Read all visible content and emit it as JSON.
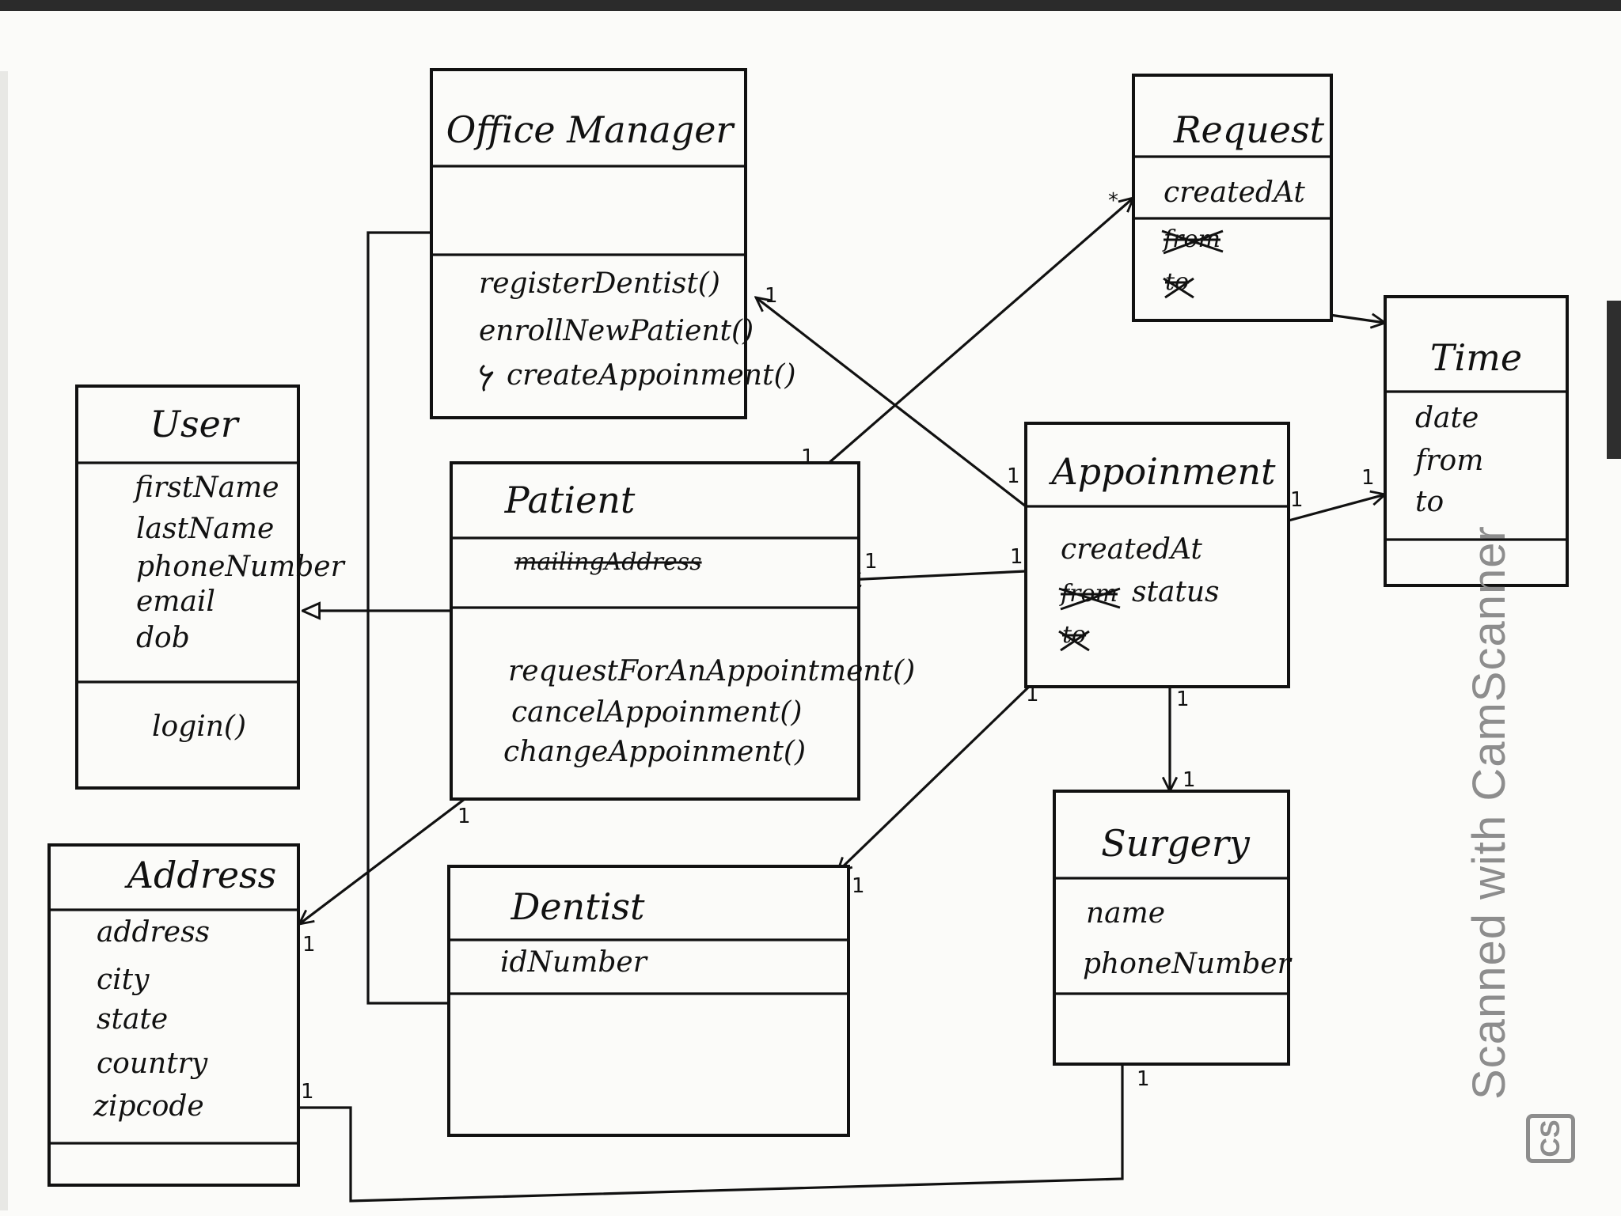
{
  "classes": {
    "office_manager": {
      "name": "Office Manager",
      "attributes": [],
      "methods": [
        "registerDentist()",
        "enrollNewPatient()",
        "createAppoinment()"
      ]
    },
    "request": {
      "name": "Request",
      "attributes": [
        "createdAt",
        "from",
        "to"
      ],
      "methods": []
    },
    "time": {
      "name": "Time",
      "attributes": [
        "date",
        "from",
        "to"
      ],
      "methods": []
    },
    "user": {
      "name": "User",
      "attributes": [
        "firstName",
        "lastName",
        "phoneNumber",
        "email",
        "dob"
      ],
      "methods": [
        "login()"
      ]
    },
    "patient": {
      "name": "Patient",
      "attributes": [
        "mailingAddress"
      ],
      "methods": [
        "requestForAnAppointment()",
        "cancelAppoinment()",
        "changeAppoinment()"
      ]
    },
    "appoinment": {
      "name": "Appoinment",
      "attributes": [
        "createdAt",
        "from",
        "status",
        "to"
      ],
      "methods": []
    },
    "address": {
      "name": "Address",
      "attributes": [
        "address",
        "city",
        "state",
        "country",
        "zipcode"
      ],
      "methods": []
    },
    "dentist": {
      "name": "Dentist",
      "attributes": [
        "idNumber"
      ],
      "methods": []
    },
    "surgery": {
      "name": "Surgery",
      "attributes": [
        "name",
        "phoneNumber"
      ],
      "methods": []
    }
  },
  "struck_out": [
    "mailingAddress",
    "from",
    "to"
  ],
  "multiplicities": {
    "request_many": "*",
    "patient_request": "1",
    "om_appoinment_om": "1",
    "om_appoinment_app": "1",
    "app_patient_patient": "1",
    "app_patient_app": "1",
    "app_time_app": "1",
    "app_time_time": "1",
    "app_surgery_app": "1",
    "app_surgery_surgery": "1",
    "patient_address_patient": "1",
    "patient_address_address": "1",
    "app_dentist_app": "1",
    "app_dentist_dentist": "1",
    "surgery_address_surgery": "1",
    "surgery_address_address": "1"
  },
  "watermark": {
    "text": "Scanned with CamScanner",
    "logo": "CS"
  },
  "colors": {
    "ink": "#111111",
    "paper": "#fbfbf9",
    "watermark": "#8d8d8d"
  }
}
